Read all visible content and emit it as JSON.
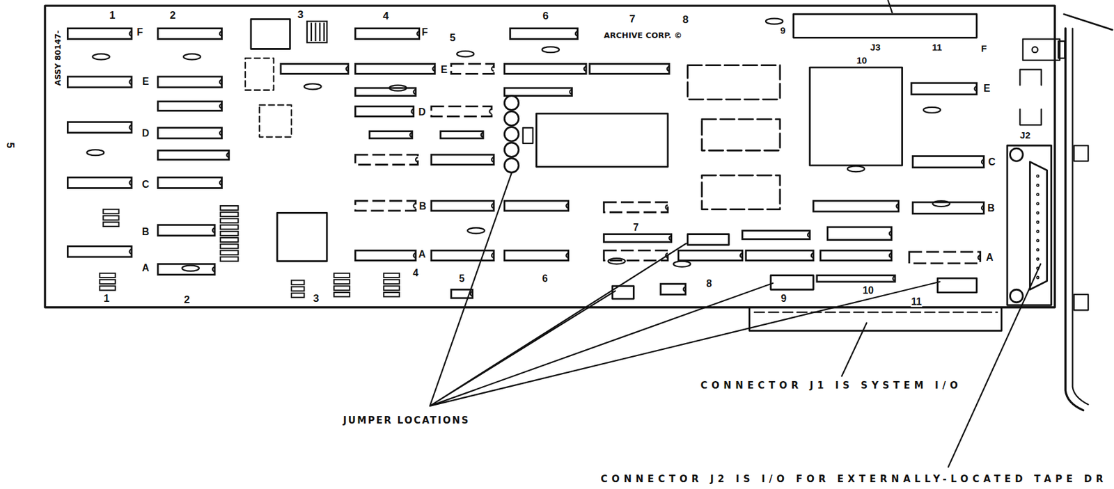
{
  "diagram": {
    "labels": [
      "5",
      "1",
      "2",
      "3",
      "4",
      "5",
      "6",
      "7",
      "8",
      "ARCHIVE CORP. ©",
      "9",
      "J3",
      "11",
      "10",
      "F",
      "ASSY 80147-",
      "F",
      "F",
      "E",
      "E",
      "E",
      "D",
      "D",
      "C",
      "C",
      "J2",
      "B",
      "B",
      "B",
      "7",
      "A",
      "A",
      "A",
      "4",
      "5",
      "6",
      "8",
      "1",
      "2",
      "3",
      "9",
      "10",
      "11",
      "CONNECTOR J1 IS SYSTEM I/O",
      "JUMPER LOCATIONS",
      "CONNECTOR J2 IS I/O FOR EXTERNALLY-LOCATED TAPE DR"
    ]
  }
}
